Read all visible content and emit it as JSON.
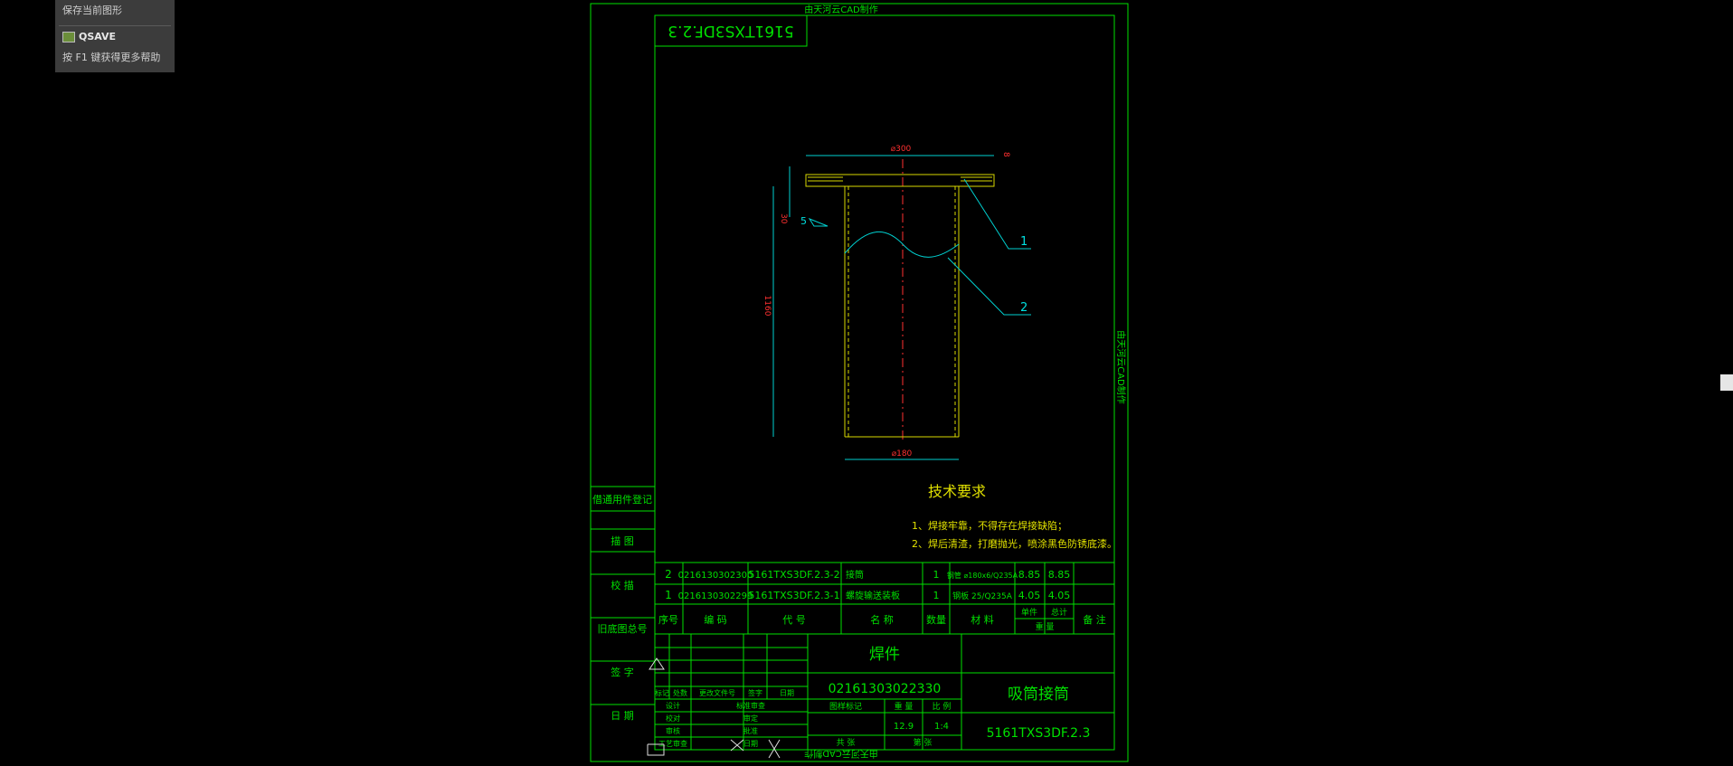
{
  "tooltip": {
    "save_label": "保存当前图形",
    "command": "QSAVE",
    "help_hint": "按 F1 键获得更多帮助"
  },
  "watermark": "由天河云CAD制作",
  "title_box_mirrored": "5161TXS3DF.2.3",
  "dimensions": {
    "top_diameter": "⌀300",
    "bottom_diameter": "⌀180",
    "length": "1160",
    "flange_height": "30",
    "flange_thk": "8",
    "weld_size": "5"
  },
  "leaders": [
    "1",
    "2"
  ],
  "tech": {
    "heading": "技术要求",
    "req1": "1、焊接牢靠，不得存在焊接缺陷；",
    "req2": "2、焊后清渣，打磨抛光，喷涂黑色防锈底漆。"
  },
  "left_column": [
    "借通用件登记",
    "描  图",
    "校  描",
    "旧底图总号",
    "签  字",
    "日  期"
  ],
  "bom_rows": [
    {
      "no": "2",
      "code": "0216130302300",
      "drawing_no": "5161TXS3DF.2.3-2",
      "name": "接筒",
      "qty": "1",
      "material": "钢管 ⌀180x6/Q235A",
      "unit": "8.85",
      "total": "8.85"
    },
    {
      "no": "1",
      "code": "0216130302299",
      "drawing_no": "5161TXS3DF.2.3-1",
      "name": "螺旋输送装板",
      "qty": "1",
      "material": "钢板 25/Q235A",
      "unit": "4.05",
      "total": "4.05"
    }
  ],
  "bom_header": {
    "no": "序号",
    "code": "编  码",
    "drawing_no": "代  号",
    "name": "名  称",
    "qty": "数量",
    "material": "材  料",
    "unit": "单件",
    "total": "总计",
    "weight": "重  量",
    "remark": "备  注"
  },
  "title_block": {
    "type": "焊件",
    "code": "02161303022330",
    "name": "吸筒接筒",
    "drawing_no": "5161TXS3DF.2.3",
    "stage_label": "图样标记",
    "weight_label": "重 量",
    "scale_label": "比 例",
    "weight": "12.9",
    "scale": "1:4",
    "sheets_total": "共  张",
    "sheet_no": "第  张",
    "rev_mark": "标记",
    "rev_qty": "处数",
    "rev_doc": "更改文件号",
    "rev_sign": "签字",
    "rev_date": "日期",
    "design": "设计",
    "std": "标准审查",
    "check": "校对",
    "review": "审定",
    "audit": "审核",
    "approve": "批准",
    "process": "工艺审查",
    "date": "日期"
  }
}
